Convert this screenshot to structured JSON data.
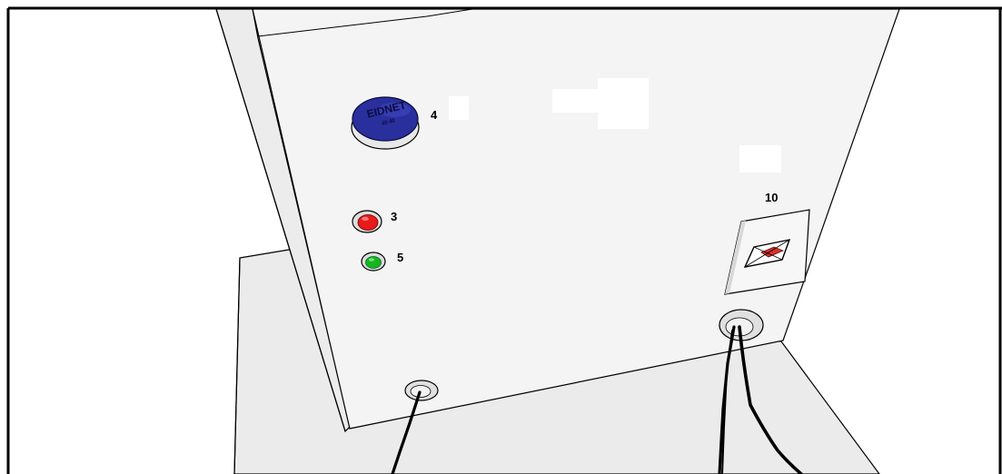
{
  "callouts": {
    "c4": "4",
    "c3": "3",
    "c5": "5",
    "c10": "10"
  },
  "button_logo": {
    "line1": "EIDNET",
    "line2": "40 40"
  },
  "colors": {
    "panel": "#f4f4f4",
    "panel_side": "#ececec",
    "floor": "#ebebeb",
    "outline": "#000000",
    "frame": "#000000",
    "button_blue": "#2a2f9e",
    "lamp_red": "#e81a1a",
    "lamp_green": "#17b51d",
    "switch_red": "#d8322a"
  },
  "icons": {
    "emergency_button": "mushroom-button-icon",
    "red_lamp": "indicator-lamp-icon",
    "green_lamp": "indicator-lamp-icon",
    "rocker_switch": "rocker-switch-icon",
    "cable_gland": "cable-entry-icon"
  }
}
